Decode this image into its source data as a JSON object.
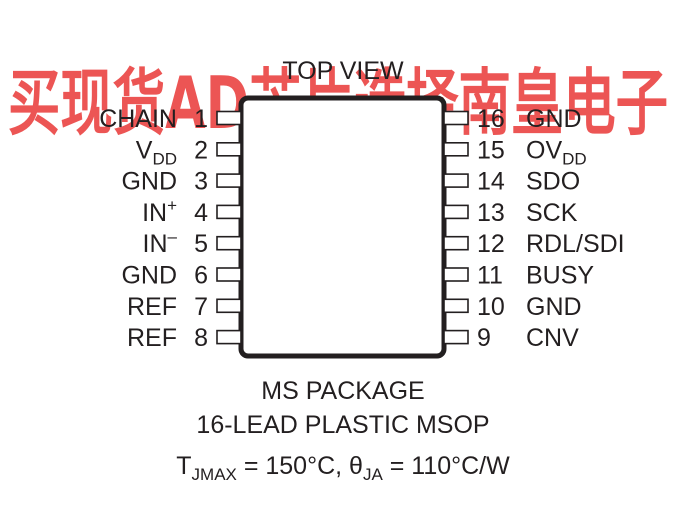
{
  "watermark": "买现货AD芯片选择南皇电子",
  "top_label": "TOP VIEW",
  "pins_left": [
    {
      "num": "1",
      "name": "CHAIN"
    },
    {
      "num": "2",
      "name": "V",
      "sub": "DD"
    },
    {
      "num": "3",
      "name": "GND"
    },
    {
      "num": "4",
      "name": "IN",
      "sup": "+"
    },
    {
      "num": "5",
      "name": "IN",
      "sup": "–"
    },
    {
      "num": "6",
      "name": "GND"
    },
    {
      "num": "7",
      "name": "REF"
    },
    {
      "num": "8",
      "name": "REF"
    }
  ],
  "pins_right": [
    {
      "num": "16",
      "name": "GND"
    },
    {
      "num": "15",
      "name": "OV",
      "sub": "DD"
    },
    {
      "num": "14",
      "name": "SDO"
    },
    {
      "num": "13",
      "name": "SCK"
    },
    {
      "num": "12",
      "name": "RDL/SDI"
    },
    {
      "num": "11",
      "name": "BUSY"
    },
    {
      "num": "10",
      "name": "GND"
    },
    {
      "num": "9",
      "name": "CNV"
    }
  ],
  "package": {
    "line1": "MS PACKAGE",
    "line2": "16-LEAD PLASTIC MSOP"
  },
  "thermal": {
    "t": "T",
    "t_sub": "JMAX",
    "t_val": " = 150°C, ",
    "theta": "θ",
    "theta_sub": "JA",
    "theta_val": " = 110°C/W"
  },
  "colors": {
    "ink": "#231f20",
    "watermark": "#e8302f"
  }
}
